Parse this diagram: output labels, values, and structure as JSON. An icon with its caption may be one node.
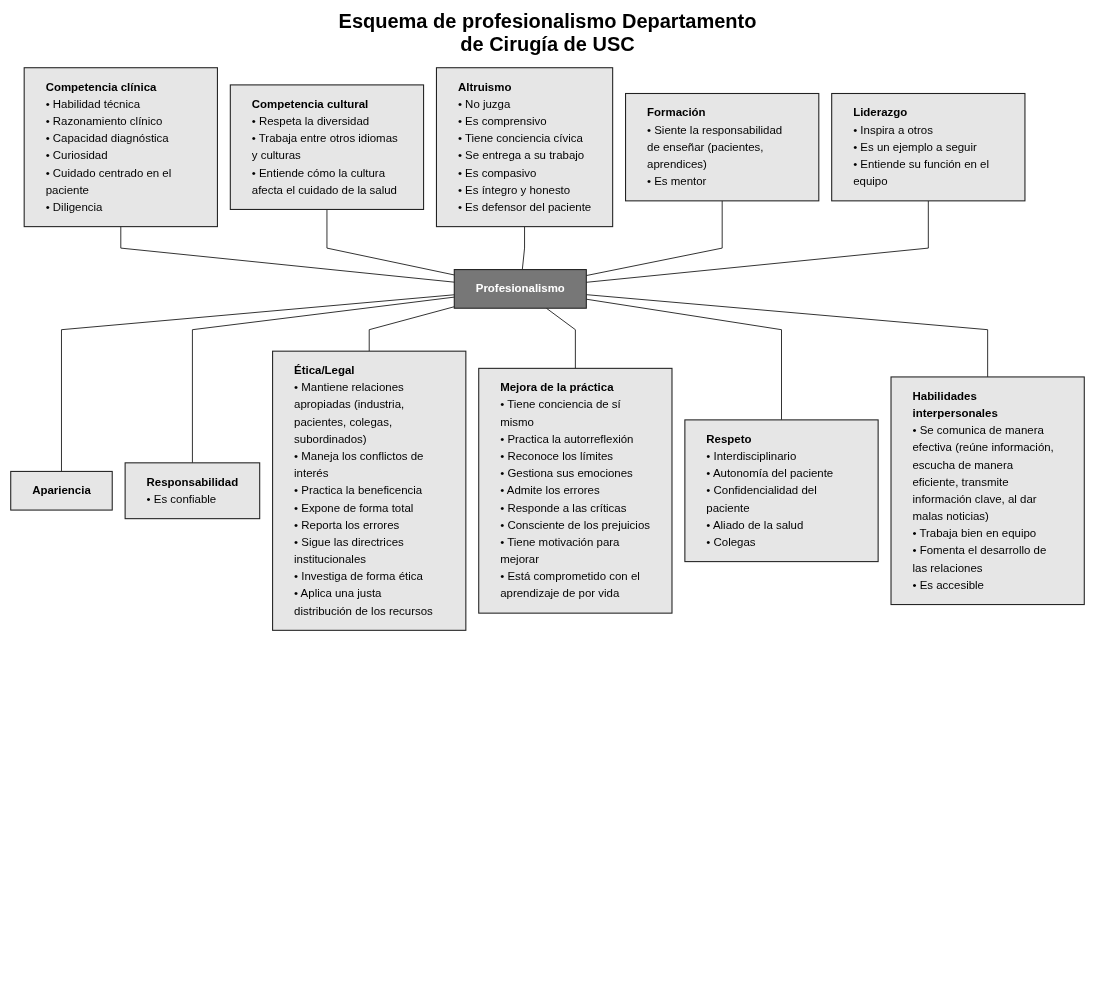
{
  "diagram": {
    "title": "Esquema de profesionalismo Departamento de Cirugía de USC",
    "nodes": [
      {
        "text": [
          "Competencia clínica",
          "• Habilidad técnica",
          "• Razonamiento clínico",
          "• Capacidad diagnóstica",
          "• Curiosidad",
          "• Cuidado centrado en el paciente",
          "• Diligencia"
        ]
      },
      {
        "text": [
          "Competencia cultural",
          "• Respeta la diversidad",
          "• Trabaja entre otros idiomas y culturas",
          "• Entiende cómo la cultura afecta el cuidado de la salud"
        ]
      },
      {
        "text": [
          "Altruismo",
          "• No juzga",
          "• Es comprensivo",
          "• Tiene conciencia cívica",
          "• Se entrega a su trabajo",
          "• Es compasivo",
          "• Es íntegro y honesto",
          "• Es defensor del paciente"
        ]
      },
      {
        "text": [
          "Formación",
          "• Siente la responsabilidad de enseñar (pacientes, aprendices)",
          "• Es mentor"
        ]
      },
      {
        "text": [
          "Profesionalismo"
        ]
      },
      {
        "text": [
          "Liderazgo",
          "• Inspira a otros",
          "• Es un ejemplo a seguir",
          "• Entiende su función en el equipo"
        ]
      },
      {
        "text": [
          "Apariencia"
        ]
      },
      {
        "text": [
          "Responsabilidad",
          "• Es confiable"
        ]
      },
      {
        "text": [
          "Ética/Legal",
          "• Mantiene relaciones apropiadas (industria, pacientes, colegas, subordinados)",
          "• Maneja los conflictos de interés",
          "• Practica la beneficencia",
          "• Expone de forma total",
          "• Reporta los errores",
          "• Sigue las directrices institucionales",
          "• Investiga de forma ética",
          "• Aplica una justa distribución de los recursos"
        ]
      },
      {
        "text": [
          "Mejora de la práctica",
          "• Tiene conciencia de sí mismo",
          "• Practica la autorreflexión",
          "• Reconoce los límites",
          "• Gestiona sus emociones",
          "• Admite los errores",
          "• Responde a las críticas",
          "• Consciente de los prejuicios",
          "• Tiene motivación para mejorar",
          "• Está comprometido con el aprendizaje de por vida"
        ]
      },
      {
        "text": [
          "Respeto",
          "• Interdisciplinario",
          "• Autonomía del paciente",
          "• Confidencialidad del paciente",
          "• Aliado de la salud",
          "• Colegas"
        ]
      },
      {
        "text": [
          "Habilidades interpersonales",
          "• Se comunica de manera efectiva (reúne información, escucha de manera eficiente, transmite información clave, al dar malas noticias)",
          "• Trabaja bien en equipo",
          "• Fomenta el desarrollo de las relaciones",
          "• Es accesible"
        ]
      }
    ],
    "edges": [
      {
        "from": 0,
        "to": 4,
        "arrow": "none"
      },
      {
        "from": 1,
        "to": 4,
        "arrow": "none"
      },
      {
        "from": 2,
        "to": 4,
        "arrow": "none"
      },
      {
        "from": 3,
        "to": 4,
        "arrow": "none"
      },
      {
        "from": 5,
        "to": 4,
        "arrow": "none"
      },
      {
        "from": 4,
        "to": 6,
        "arrow": "none"
      },
      {
        "from": 4,
        "to": 7,
        "arrow": "none"
      },
      {
        "from": 4,
        "to": 8,
        "arrow": "none"
      },
      {
        "from": 4,
        "to": 9,
        "arrow": "none"
      },
      {
        "from": 4,
        "to": 10,
        "arrow": "none"
      },
      {
        "from": 4,
        "to": 11,
        "arrow": "none"
      }
    ]
  }
}
